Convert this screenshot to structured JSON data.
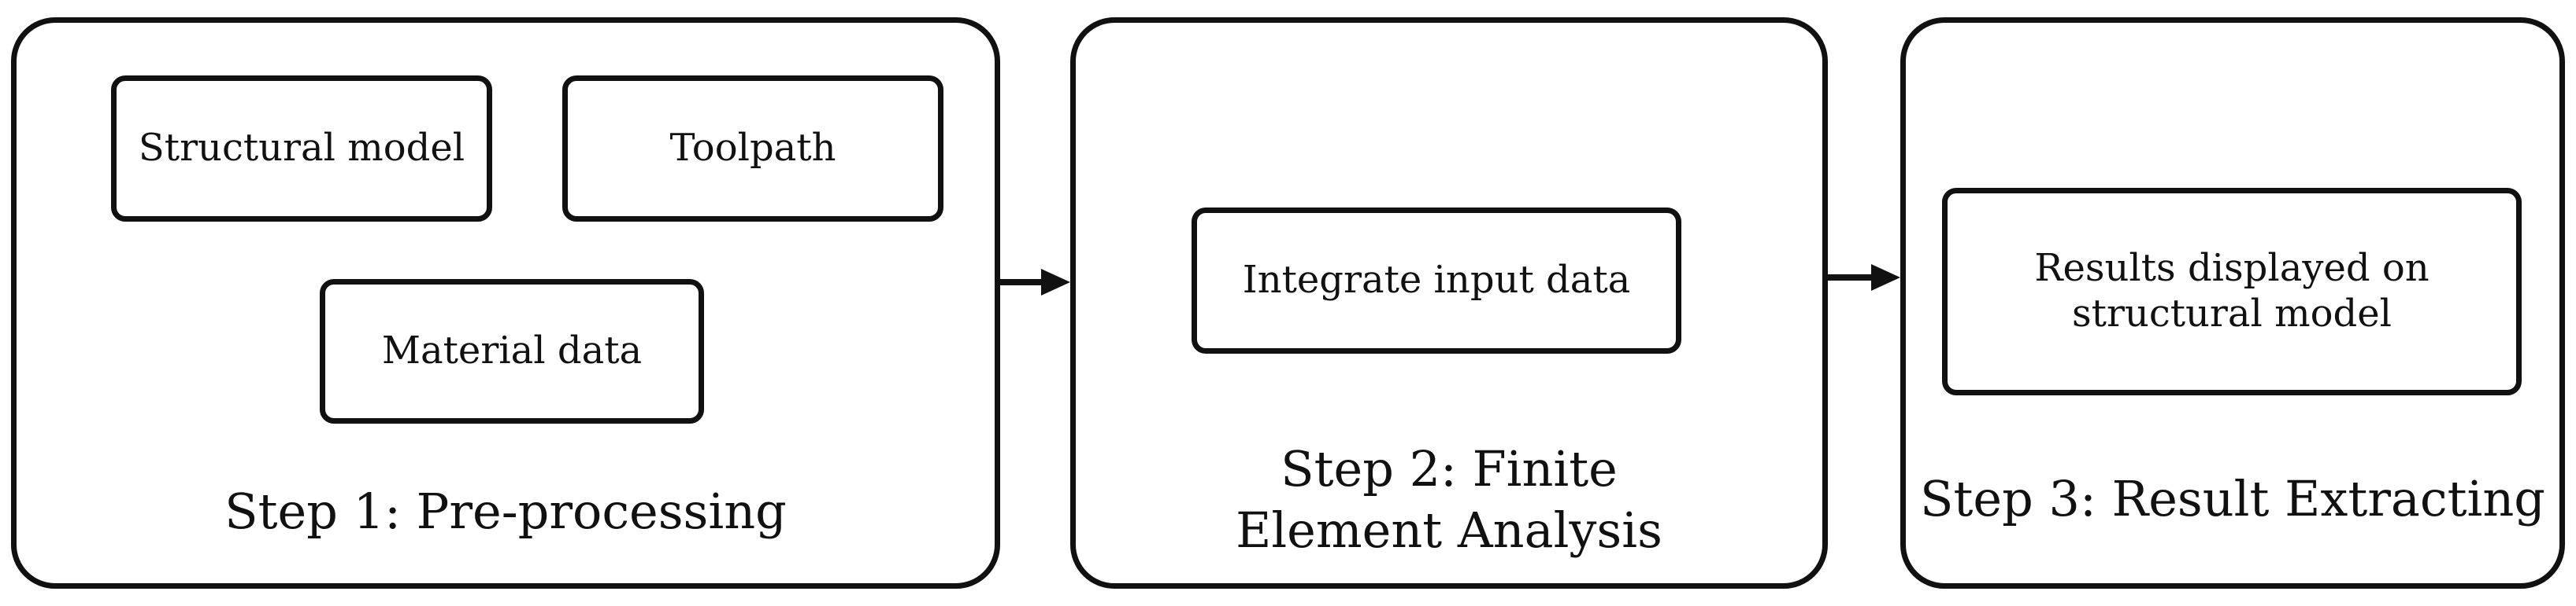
{
  "steps": [
    {
      "label": "Step 1: Pre-processing",
      "boxes": [
        "Structural model",
        "Toolpath",
        "Material data"
      ]
    },
    {
      "label": "Step 2: Finite Element Analysis",
      "boxes": [
        "Integrate input data"
      ]
    },
    {
      "label": "Step 3: Result Extracting",
      "boxes": [
        "Results displayed on structural model"
      ]
    }
  ],
  "colors": {
    "stroke": "#111111",
    "background": "#ffffff"
  }
}
